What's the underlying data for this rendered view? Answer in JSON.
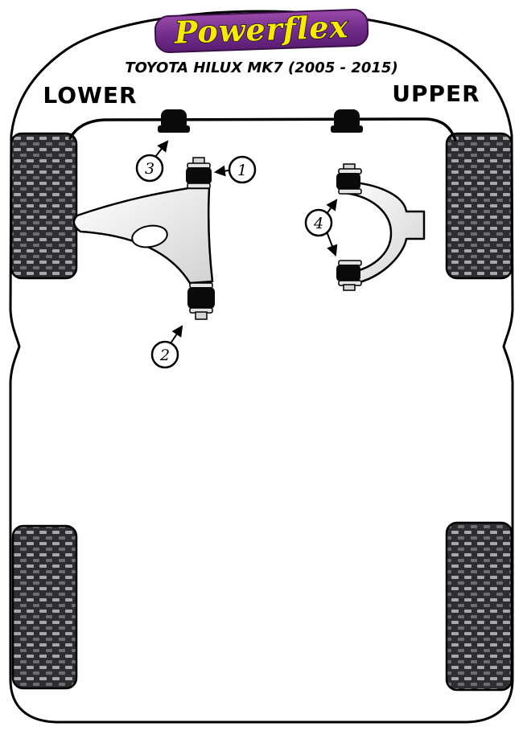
{
  "header": {
    "logo_text": "Powerflex",
    "title": "TOYOTA HILUX MK7 (2005 - 2015)"
  },
  "labels": {
    "lower": "LOWER",
    "upper": "UPPER"
  },
  "callouts": [
    {
      "number": "1"
    },
    {
      "number": "2"
    },
    {
      "number": "3"
    },
    {
      "number": "4"
    }
  ],
  "colors": {
    "logo_purple_light": "#9a4aa8",
    "logo_purple_dark": "#5a1d71",
    "logo_yellow": "#f7ea00",
    "line_black": "#000000",
    "tyre_dark": "#2e2e31",
    "tyre_light_weave": "#a8a8ac"
  }
}
